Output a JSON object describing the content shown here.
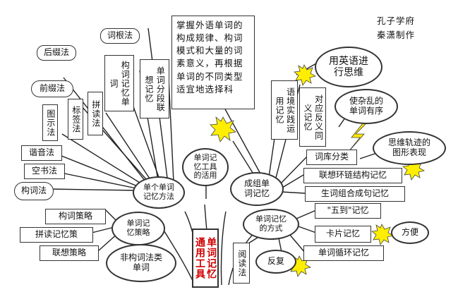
{
  "center": {
    "title": "单词记忆通用工具"
  },
  "hubs": {
    "tools": "单词记忆工具的活用",
    "single": "单个单词记忆方法",
    "group": "成组单词记忆",
    "strategy": "单词记忆策略",
    "method": "单词记忆的方式"
  },
  "description": "掌握外语单词的构成规律、构词模式和大量的词素意义，再根据单词的不同类型适宜地选择科",
  "signature": "孔子学府 秦潇制作",
  "left_leaves": {
    "root": "词根法",
    "suffix": "后缀法",
    "prefix": "前缀法",
    "diagram": "图示法",
    "tag": "标签法",
    "spell_read": "拼读法",
    "homophone": "谐音法",
    "air_writing": "空书法",
    "word_formation": "构词法"
  },
  "top_leaves": {
    "morph_memory": "构词记忆单词",
    "segment_assoc": "单词分段联想记忆"
  },
  "right_leaves": {
    "context_practice": "语境实践运用记忆",
    "antonym_synonym": "对应反义同义记忆",
    "word_bank": "词库分类",
    "chain": "联想环链结构记忆",
    "sentence": "生词组合成句记忆",
    "five_to": "\"五到\"记忆",
    "card": "卡片记忆",
    "cycle": "单词循环记忆",
    "reading": "阅读法"
  },
  "strategy_leaves": {
    "morph_strategy": "构词策略",
    "spell_strategy": "拼读记忆策",
    "assoc_strategy": "联想策略",
    "non_morph": "非构词法类单词"
  },
  "clouds": {
    "think_english": "用英语进行思维",
    "orderly": "使杂乱的单词有序",
    "visual_trail": "思维轨迹的图形表现",
    "review": "反复",
    "convenient": "方便"
  },
  "colors": {
    "line": "#222222",
    "center_text": "#d00000",
    "burst": "#ffee00",
    "bolt": "#ffe600"
  }
}
